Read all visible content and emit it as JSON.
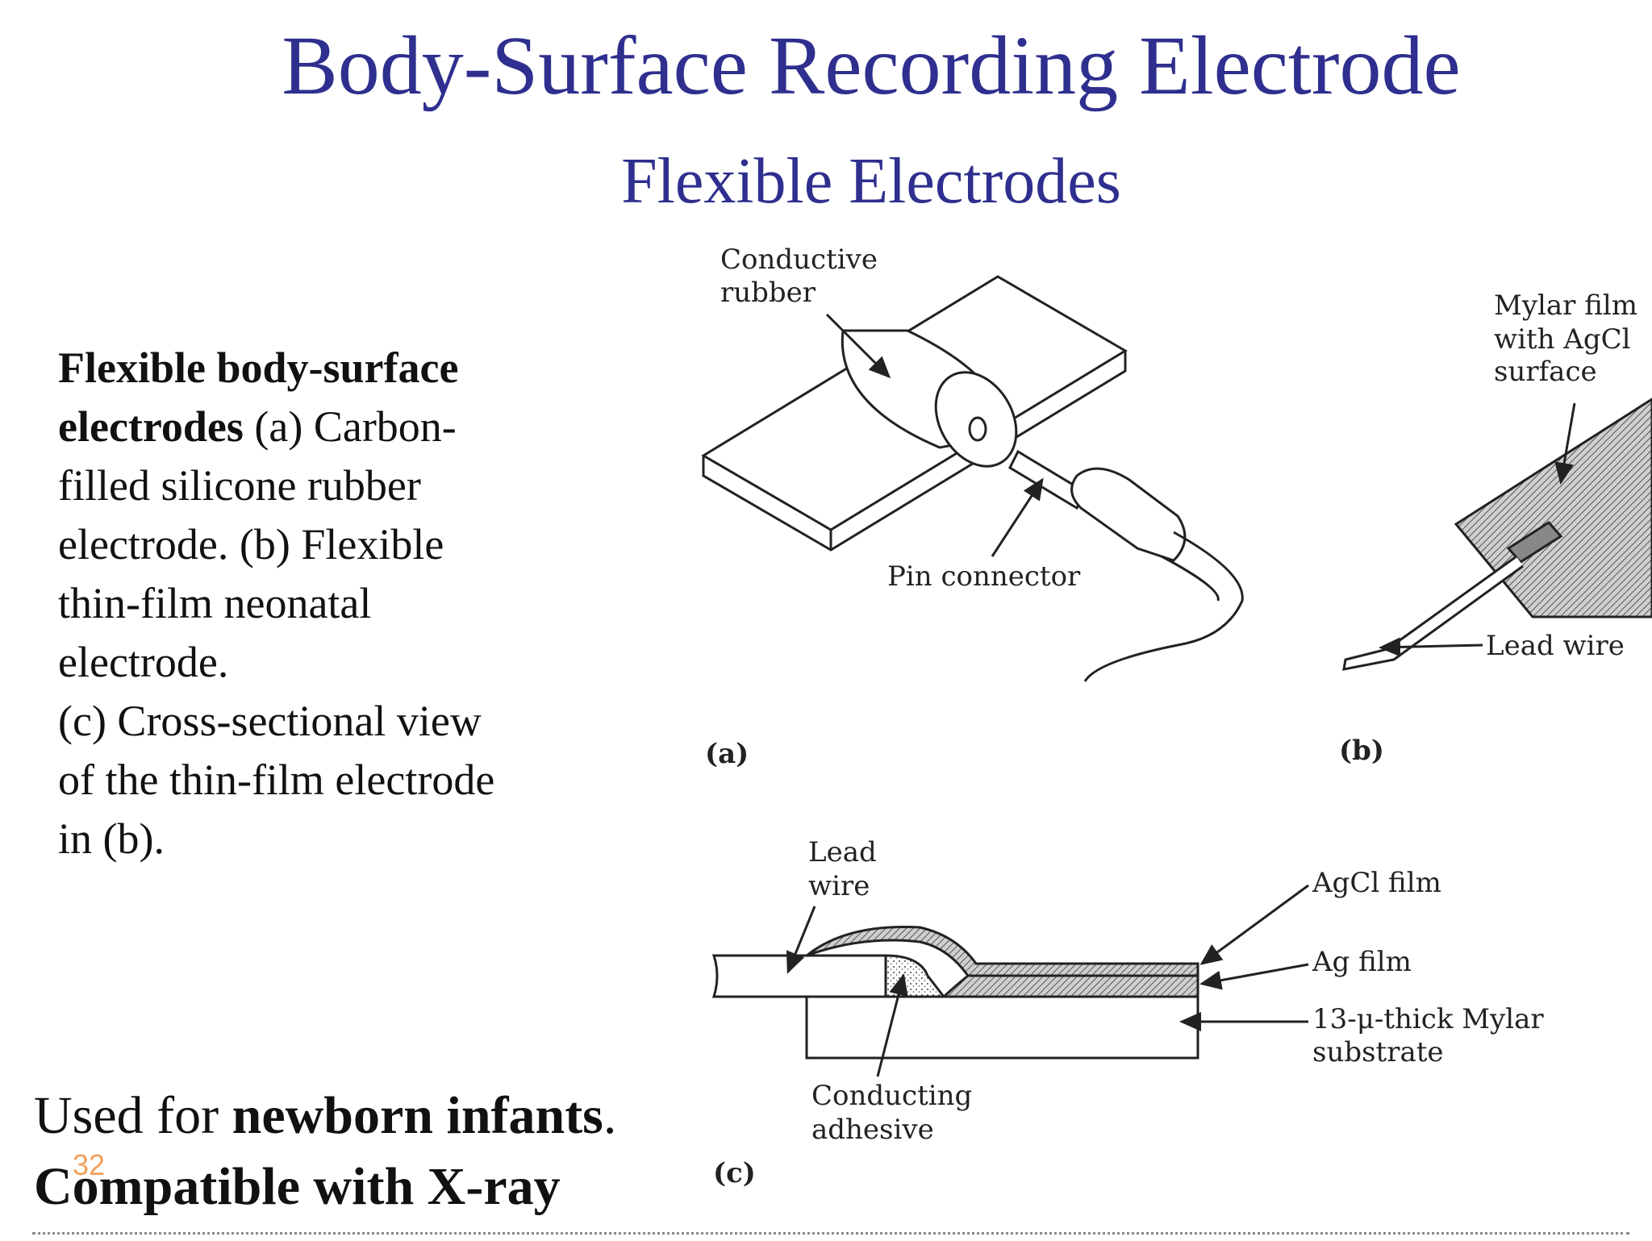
{
  "slide": {
    "title": "Body-Surface Recording Electrode",
    "subtitle": "Flexible Electrodes",
    "page_number": "32"
  },
  "caption": {
    "bold_1": "Flexible body-surface",
    "bold_2": "electrodes",
    "text_1": " (a) Carbon-",
    "lines": [
      "filled silicone rubber",
      "electrode. (b) Flexible",
      "thin-film neonatal",
      "electrode.",
      "(c) Cross-sectional view",
      "of the thin-film electrode",
      "in (b)."
    ]
  },
  "footer": {
    "line1_plain": "Used for ",
    "line1_bold": "newborn infants",
    "line1_end": ".",
    "line2_bold": "Compatible with X-ray"
  },
  "figure": {
    "a": {
      "panel_label": "(a)",
      "conductive_rubber_1": "Conductive",
      "conductive_rubber_2": "rubber",
      "pin_connector": "Pin connector"
    },
    "b": {
      "panel_label": "(b)",
      "mylar_1": "Mylar film",
      "mylar_2": "with AgCl",
      "mylar_3": "surface",
      "lead_wire": "Lead wire"
    },
    "c": {
      "panel_label": "(c)",
      "lead_wire_1": "Lead",
      "lead_wire_2": "wire",
      "agcl_film": "AgCl film",
      "ag_film": "Ag film",
      "mylar_1": "13-μ-thick Mylar",
      "mylar_2": "substrate",
      "adhesive_1": "Conducting",
      "adhesive_2": "adhesive"
    }
  }
}
